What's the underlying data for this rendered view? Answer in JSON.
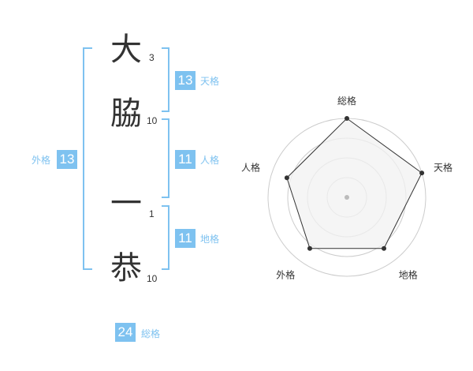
{
  "name": {
    "chars": [
      {
        "char": "大",
        "strokes": "3"
      },
      {
        "char": "脇",
        "strokes": "10"
      },
      {
        "char": "一",
        "strokes": "1"
      },
      {
        "char": "恭",
        "strokes": "10"
      }
    ]
  },
  "fortune": {
    "tenkaku": {
      "label": "天格",
      "value": "13"
    },
    "jinkaku": {
      "label": "人格",
      "value": "11"
    },
    "chikaku": {
      "label": "地格",
      "value": "11"
    },
    "gaikaku": {
      "label": "外格",
      "value": "13"
    },
    "soukaku": {
      "label": "総格",
      "value": "24"
    }
  },
  "chart_data": {
    "type": "radar",
    "axes": [
      "総格",
      "天格",
      "地格",
      "外格",
      "人格"
    ],
    "values": [
      5,
      5,
      4,
      4,
      4
    ],
    "max": 5,
    "rings": 4,
    "colors": {
      "fill": "#f2f2f2",
      "line": "#333333",
      "grid": "#cccccc",
      "point": "#333333",
      "center": "#bbbbbb"
    }
  }
}
